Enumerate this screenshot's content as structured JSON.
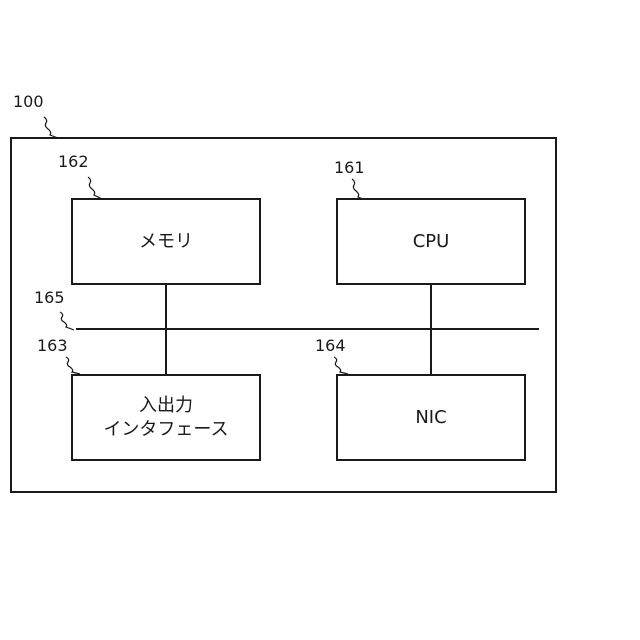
{
  "refs": {
    "system": "100",
    "cpu": "161",
    "memory": "162",
    "io": "163",
    "nic": "164",
    "bus": "165"
  },
  "blocks": {
    "memory_label": "メモリ",
    "cpu_label": "CPU",
    "io_label": "入出力\nインタフェース",
    "nic_label": "NIC"
  }
}
